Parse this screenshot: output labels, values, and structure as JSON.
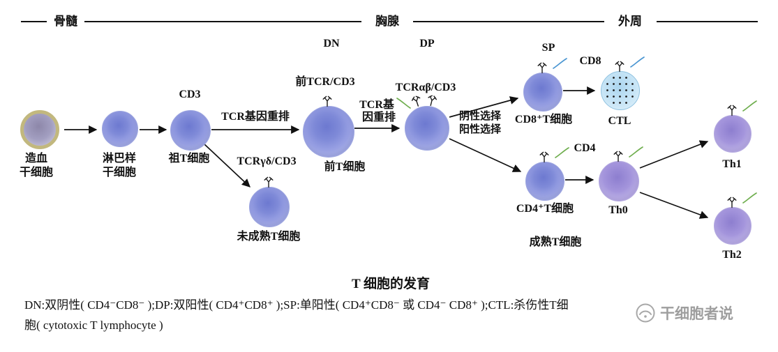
{
  "regions": {
    "bone_marrow": "骨髓",
    "thymus": "胸腺",
    "periphery": "外周"
  },
  "stages": {
    "dn": "DN",
    "dp": "DP",
    "sp": "SP"
  },
  "markers": {
    "cd3": "CD3",
    "pre_tcr_cd3": "前TCR/CD3",
    "tcr_ab_cd3": "TCRαβ/CD3",
    "tcr_gd_cd3": "TCRγδ/CD3",
    "cd8": "CD8",
    "cd4": "CD4"
  },
  "process": {
    "tcr_rearrangement": "TCR基因重排",
    "tcr_rearrangement_l1": "TCR基",
    "tcr_rearrangement_l2": "因重排",
    "negative_selection": "阴性选择",
    "positive_selection": "阳性选择"
  },
  "cells": {
    "hsc_l1": "造血",
    "hsc_l2": "干细胞",
    "lsc_l1": "淋巴样",
    "lsc_l2": "干细胞",
    "progenitor_t": "祖T细胞",
    "pre_t": "前T细胞",
    "immature_t": "未成熟T细胞",
    "cd8_t": "CD8⁺T细胞",
    "ctl": "CTL",
    "cd4_t": "CD4⁺T细胞",
    "th0": "Th0",
    "th1": "Th1",
    "th2": "Th2",
    "mature_t": "成熟T细胞"
  },
  "title": "T 细胞的发育",
  "footnote": {
    "line1": "DN:双阴性( CD4⁻CD8⁻ );DP:双阳性( CD4⁺CD8⁺ );SP:单阳性( CD4⁺CD8⁻ 或 CD4⁻ CD8⁺ );CTL:杀伤性T细",
    "line2": "胞( cytotoxic T lymphocyte )"
  },
  "watermark": "干细胞者说",
  "colors": {
    "receptor_black": "#1a1a1a",
    "coreceptor_green": "#6fae4e",
    "coreceptor_blue": "#4a96d2"
  }
}
